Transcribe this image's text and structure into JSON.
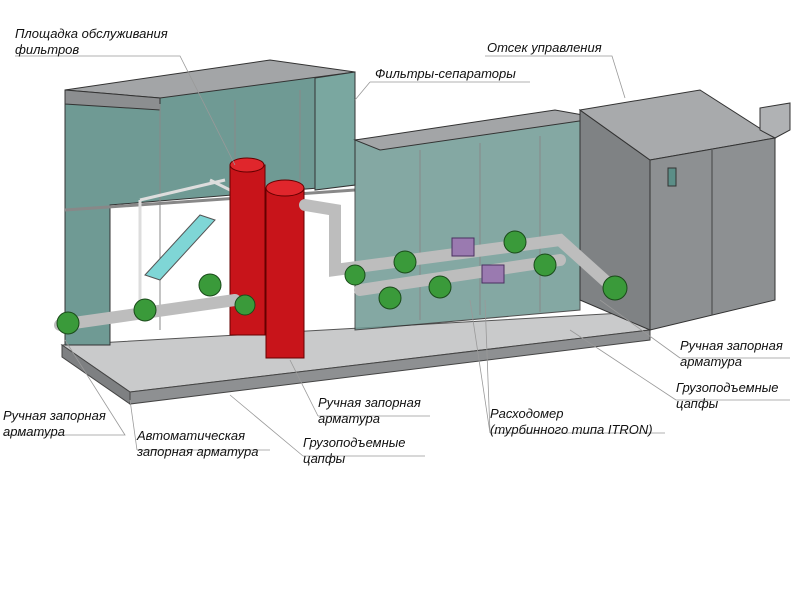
{
  "labels": {
    "filter_platform": {
      "line1": "Площадка обслуживания",
      "line2": "фильтров"
    },
    "filter_separators": {
      "line1": "Фильтры-сепараторы"
    },
    "control_compartment": {
      "line1": "Отсек управления"
    },
    "manual_valves_right": {
      "line1": "Ручная запорная",
      "line2": "арматура"
    },
    "lifting_trunnions_right": {
      "line1": "Грузоподъемные",
      "line2": "цапфы"
    },
    "flowmeter": {
      "line1": "Расходомер",
      "line2": "(турбинного типа ITRON)"
    },
    "manual_valves_middle": {
      "line1": "Ручная запорная",
      "line2": "арматура"
    },
    "lifting_trunnions_middle": {
      "line1": "Грузоподъемные",
      "line2": "цапфы"
    },
    "automatic_valves": {
      "line1": "Автоматическая",
      "line2": "запорная арматура"
    },
    "manual_valves_left": {
      "line1": "Ручная запорная",
      "line2": "арматура"
    }
  },
  "colors": {
    "frame": "#9a9c9e",
    "glass": "#6f9a94",
    "filter": "#c8141a",
    "valve": "#3a9a3a",
    "flowmeter": "#9a7ab0",
    "pipe": "#d8d8d8",
    "stairs": "#7fd6d6"
  }
}
